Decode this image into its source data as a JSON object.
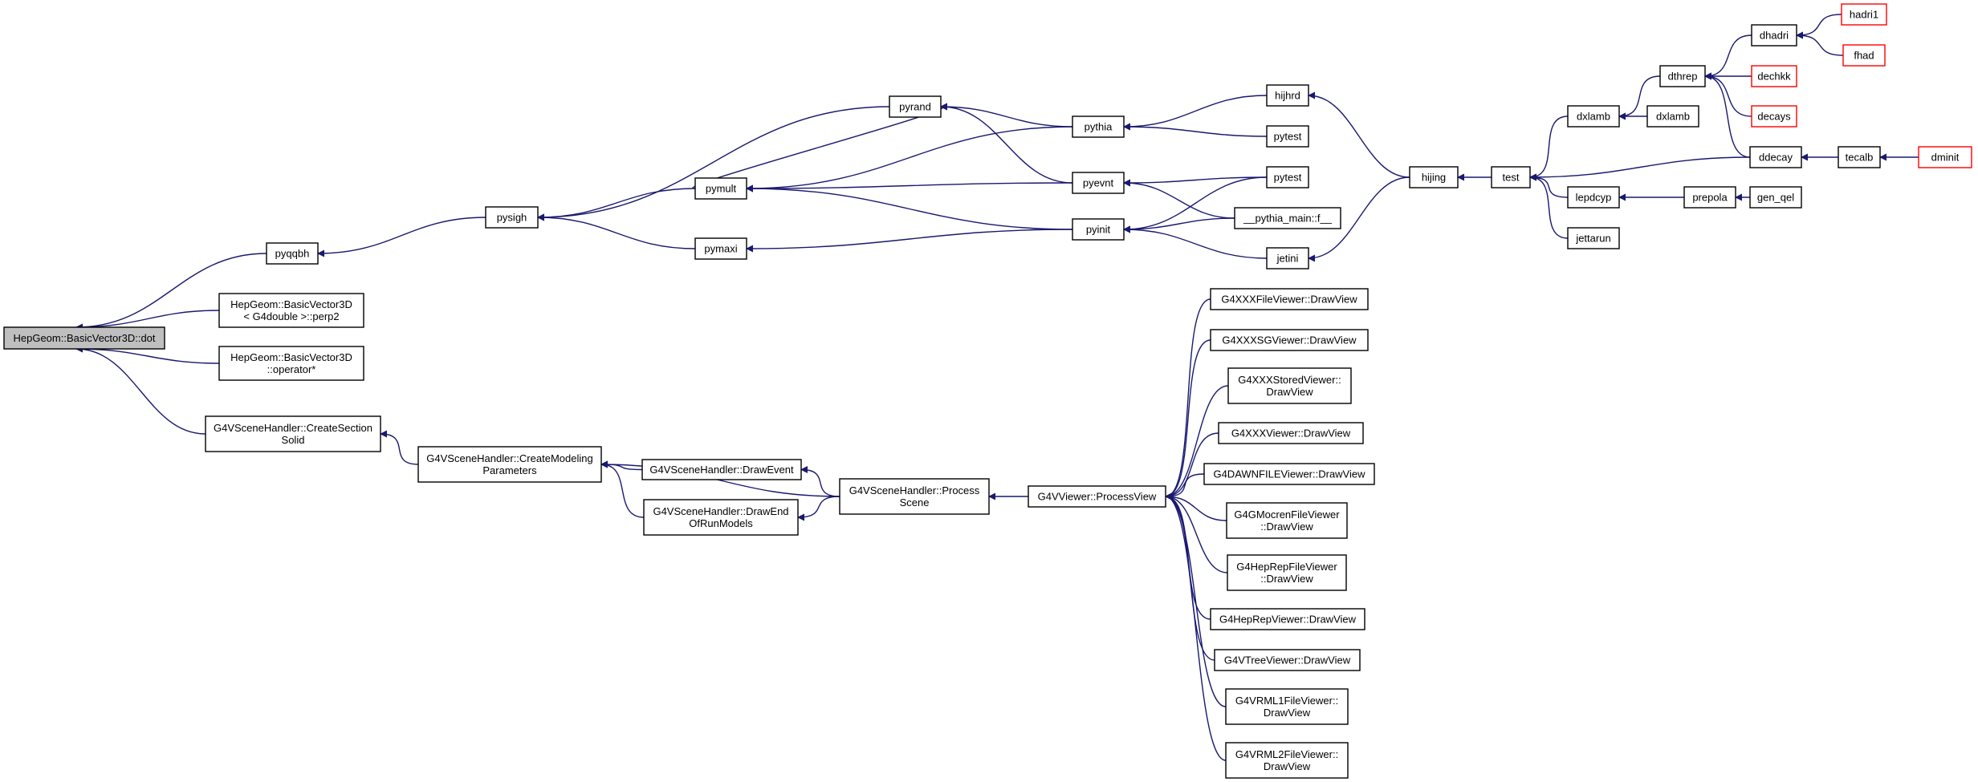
{
  "graph": {
    "colors": {
      "edge": "#191970",
      "node_border": "#000000",
      "truncated_border": "#ff0000",
      "root_fill": "#bfbfbf",
      "background": "#ffffff"
    },
    "nodes": [
      {
        "id": "dot",
        "lines": [
          "HepGeom::BasicVector3D::dot"
        ],
        "kind": "root"
      },
      {
        "id": "pyqqbh",
        "lines": [
          "pyqqbh"
        ]
      },
      {
        "id": "perp2",
        "lines": [
          "HepGeom::BasicVector3D",
          "< G4double >::perp2"
        ]
      },
      {
        "id": "opstar",
        "lines": [
          "HepGeom::BasicVector3D",
          "::operator*"
        ]
      },
      {
        "id": "css",
        "lines": [
          "G4VSceneHandler::CreateSection",
          "Solid"
        ]
      },
      {
        "id": "pysigh",
        "lines": [
          "pysigh"
        ]
      },
      {
        "id": "cmp",
        "lines": [
          "G4VSceneHandler::CreateModeling",
          "Parameters"
        ]
      },
      {
        "id": "pyrand",
        "lines": [
          "pyrand"
        ]
      },
      {
        "id": "pymult",
        "lines": [
          "pymult"
        ]
      },
      {
        "id": "pymaxi",
        "lines": [
          "pymaxi"
        ]
      },
      {
        "id": "drawevent",
        "lines": [
          "G4VSceneHandler::DrawEvent"
        ]
      },
      {
        "id": "drawend",
        "lines": [
          "G4VSceneHandler::DrawEnd",
          "OfRunModels"
        ]
      },
      {
        "id": "procscene",
        "lines": [
          "G4VSceneHandler::Process",
          "Scene"
        ]
      },
      {
        "id": "pythia",
        "lines": [
          "pythia"
        ]
      },
      {
        "id": "pyevnt",
        "lines": [
          "pyevnt"
        ]
      },
      {
        "id": "pyinit",
        "lines": [
          "pyinit"
        ]
      },
      {
        "id": "procview",
        "lines": [
          "G4VViewer::ProcessView"
        ]
      },
      {
        "id": "hijhrd",
        "lines": [
          "hijhrd"
        ]
      },
      {
        "id": "pytest1",
        "lines": [
          "pytest"
        ]
      },
      {
        "id": "pytest2",
        "lines": [
          "pytest"
        ]
      },
      {
        "id": "pymain",
        "lines": [
          "__pythia_main::f__"
        ]
      },
      {
        "id": "jetini",
        "lines": [
          "jetini"
        ]
      },
      {
        "id": "v_file",
        "lines": [
          "G4XXXFileViewer::DrawView"
        ]
      },
      {
        "id": "v_sg",
        "lines": [
          "G4XXXSGViewer::DrawView"
        ]
      },
      {
        "id": "v_stored",
        "lines": [
          "G4XXXStoredViewer::",
          "DrawView"
        ]
      },
      {
        "id": "v_xxx",
        "lines": [
          "G4XXXViewer::DrawView"
        ]
      },
      {
        "id": "v_dawn",
        "lines": [
          "G4DAWNFILEViewer::DrawView"
        ]
      },
      {
        "id": "v_gmoc",
        "lines": [
          "G4GMocrenFileViewer",
          "::DrawView"
        ]
      },
      {
        "id": "v_hrf",
        "lines": [
          "G4HepRepFileViewer",
          "::DrawView"
        ]
      },
      {
        "id": "v_hr",
        "lines": [
          "G4HepRepViewer::DrawView"
        ]
      },
      {
        "id": "v_tree",
        "lines": [
          "G4VTreeViewer::DrawView"
        ]
      },
      {
        "id": "v_vrml1",
        "lines": [
          "G4VRML1FileViewer::",
          "DrawView"
        ]
      },
      {
        "id": "v_vrml2",
        "lines": [
          "G4VRML2FileViewer::",
          "DrawView"
        ]
      },
      {
        "id": "hijing",
        "lines": [
          "hijing"
        ]
      },
      {
        "id": "test",
        "lines": [
          "test"
        ]
      },
      {
        "id": "dxlamb1",
        "lines": [
          "dxlamb"
        ]
      },
      {
        "id": "dxlamb2",
        "lines": [
          "dxlamb"
        ]
      },
      {
        "id": "lepdcyp",
        "lines": [
          "lepdcyp"
        ]
      },
      {
        "id": "jettarun",
        "lines": [
          "jettarun"
        ]
      },
      {
        "id": "dthrep",
        "lines": [
          "dthrep"
        ]
      },
      {
        "id": "prepola",
        "lines": [
          "prepola"
        ]
      },
      {
        "id": "gen_qel",
        "lines": [
          "gen_qel"
        ]
      },
      {
        "id": "ddecay",
        "lines": [
          "ddecay"
        ]
      },
      {
        "id": "tecalb",
        "lines": [
          "tecalb"
        ]
      },
      {
        "id": "dminit",
        "lines": [
          "dminit"
        ],
        "kind": "trunc"
      },
      {
        "id": "dhadri",
        "lines": [
          "dhadri"
        ]
      },
      {
        "id": "dechkk",
        "lines": [
          "dechkk"
        ],
        "kind": "trunc"
      },
      {
        "id": "decays",
        "lines": [
          "decays"
        ],
        "kind": "trunc"
      },
      {
        "id": "hadri1",
        "lines": [
          "hadri1"
        ],
        "kind": "trunc"
      },
      {
        "id": "fhad",
        "lines": [
          "fhad"
        ],
        "kind": "trunc"
      }
    ],
    "edges": [
      {
        "from": "pyqqbh",
        "to": "dot"
      },
      {
        "from": "perp2",
        "to": "dot"
      },
      {
        "from": "opstar",
        "to": "dot"
      },
      {
        "from": "css",
        "to": "dot"
      },
      {
        "from": "pysigh",
        "to": "pyqqbh"
      },
      {
        "from": "cmp",
        "to": "css"
      },
      {
        "from": "pyrand",
        "to": "pysigh"
      },
      {
        "from": "pymult",
        "to": "pysigh"
      },
      {
        "from": "pymaxi",
        "to": "pysigh"
      },
      {
        "from": "pymult",
        "to": "pyrand"
      },
      {
        "from": "pythia",
        "to": "pyrand"
      },
      {
        "from": "pyevnt",
        "to": "pyrand"
      },
      {
        "from": "pythia",
        "to": "pymult"
      },
      {
        "from": "pyevnt",
        "to": "pymult"
      },
      {
        "from": "pyinit",
        "to": "pymult"
      },
      {
        "from": "pyinit",
        "to": "pymaxi"
      },
      {
        "from": "hijhrd",
        "to": "pythia"
      },
      {
        "from": "pytest1",
        "to": "pythia"
      },
      {
        "from": "pytest2",
        "to": "pyevnt"
      },
      {
        "from": "pymain",
        "to": "pyevnt"
      },
      {
        "from": "pytest2",
        "to": "pyinit"
      },
      {
        "from": "pymain",
        "to": "pyinit"
      },
      {
        "from": "jetini",
        "to": "pyinit"
      },
      {
        "from": "hijing",
        "to": "hijhrd"
      },
      {
        "from": "hijing",
        "to": "jetini"
      },
      {
        "from": "test",
        "to": "hijing"
      },
      {
        "from": "dxlamb1",
        "to": "test"
      },
      {
        "from": "ddecay",
        "to": "test"
      },
      {
        "from": "lepdcyp",
        "to": "test"
      },
      {
        "from": "jettarun",
        "to": "test"
      },
      {
        "from": "dthrep",
        "to": "dxlamb1"
      },
      {
        "from": "dxlamb2",
        "to": "dxlamb1"
      },
      {
        "from": "prepola",
        "to": "lepdcyp"
      },
      {
        "from": "gen_qel",
        "to": "prepola"
      },
      {
        "from": "dhadri",
        "to": "dthrep"
      },
      {
        "from": "dechkk",
        "to": "dthrep"
      },
      {
        "from": "decays",
        "to": "dthrep"
      },
      {
        "from": "ddecay",
        "to": "dthrep"
      },
      {
        "from": "tecalb",
        "to": "ddecay"
      },
      {
        "from": "dminit",
        "to": "tecalb"
      },
      {
        "from": "hadri1",
        "to": "dhadri"
      },
      {
        "from": "fhad",
        "to": "dhadri"
      },
      {
        "from": "drawevent",
        "to": "cmp"
      },
      {
        "from": "drawend",
        "to": "cmp"
      },
      {
        "from": "procscene",
        "to": "cmp"
      },
      {
        "from": "procscene",
        "to": "drawevent"
      },
      {
        "from": "procscene",
        "to": "drawend"
      },
      {
        "from": "procview",
        "to": "procscene"
      },
      {
        "from": "v_file",
        "to": "procview"
      },
      {
        "from": "v_sg",
        "to": "procview"
      },
      {
        "from": "v_stored",
        "to": "procview"
      },
      {
        "from": "v_xxx",
        "to": "procview"
      },
      {
        "from": "v_dawn",
        "to": "procview"
      },
      {
        "from": "v_gmoc",
        "to": "procview"
      },
      {
        "from": "v_hrf",
        "to": "procview"
      },
      {
        "from": "v_hr",
        "to": "procview"
      },
      {
        "from": "v_tree",
        "to": "procview"
      },
      {
        "from": "v_vrml1",
        "to": "procview"
      },
      {
        "from": "v_vrml2",
        "to": "procview"
      }
    ]
  }
}
